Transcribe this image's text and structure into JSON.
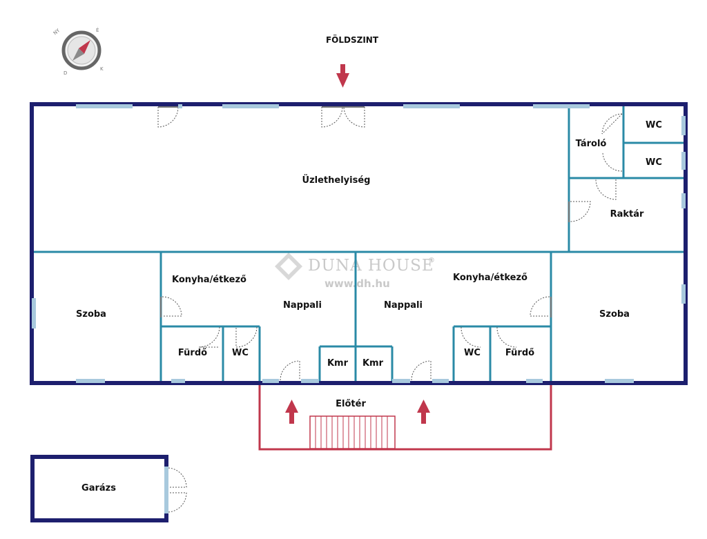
{
  "plan": {
    "title": "FÖLDSZINT",
    "rooms": {
      "shop": "Üzlethelyiség",
      "storage": "Tároló",
      "wc_top_1": "WC",
      "wc_top_2": "WC",
      "warehouse": "Raktár",
      "bedroom_left": "Szoba",
      "kitchen_left": "Konyha/étkező",
      "living_left": "Nappali",
      "bath_left": "Fürdő",
      "wc_left": "WC",
      "pantry_left": "Kmr",
      "pantry_right": "Kmr",
      "living_right": "Nappali",
      "kitchen_right": "Konyha/étkező",
      "wc_right": "WC",
      "bath_right": "Fürdő",
      "bedroom_right": "Szoba",
      "entrance": "Előtér",
      "garage": "Garázs"
    },
    "watermark": {
      "brand": "DUNA HOUSE",
      "reg": "®",
      "url": "www.dh.hu"
    },
    "compass_letters": [
      "NY",
      "É",
      "K",
      "D"
    ],
    "colors": {
      "outer_wall": "#1d1f6e",
      "inner_wall": "#2a8aa6",
      "window": "#a8c9dd",
      "terrace": "#c0374c",
      "arrow": "#c0374c"
    }
  }
}
